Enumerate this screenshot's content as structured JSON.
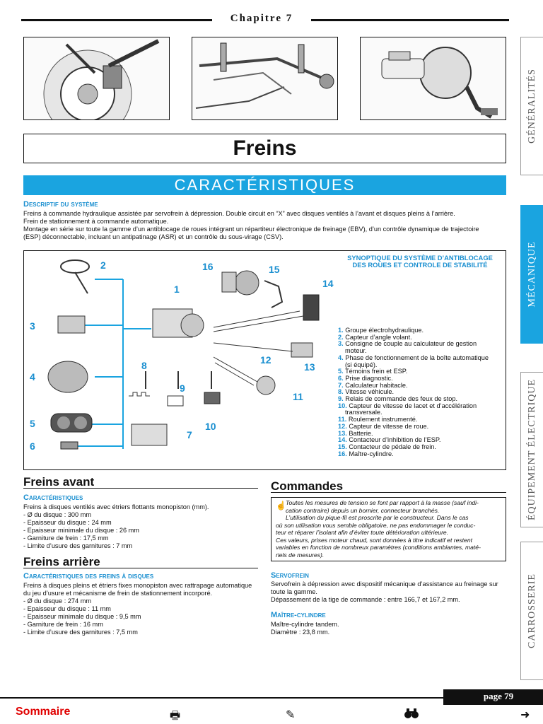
{
  "header": {
    "chapter": "Chapitre 7"
  },
  "title": "Freins",
  "band": "CARACTÉRISTIQUES",
  "descriptif": {
    "heading": "Descriptif du système",
    "lines": [
      "Freins à commande hydraulique assistée par servofrein à dépression. Double circuit en “X” avec disques ventilés à l’avant et disques pleins à l’arrière.",
      "Frein de stationnement à commande automatique.",
      "Montage en série sur toute la gamme d’un antiblocage de roues intégrant un répartiteur électronique de freinage (EBV), d’un contrôle dynamique de trajectoire",
      "(ESP) déconnectable, incluant un antipatinage (ASR) et un contrôle du sous-virage (CSV)."
    ]
  },
  "diagram": {
    "title_line1": "SYNOPTIQUE DU SYSTÈME D’ANTIBLOCAGE",
    "title_line2": "DES ROUES ET CONTROLE DE STABILITÉ",
    "labels": [
      "1",
      "2",
      "3",
      "4",
      "5",
      "6",
      "7",
      "8",
      "9",
      "10",
      "11",
      "12",
      "13",
      "14",
      "15",
      "16"
    ],
    "legend": [
      {
        "n": "1.",
        "t": "Groupe électrohydraulique."
      },
      {
        "n": "2.",
        "t": "Capteur d’angle volant."
      },
      {
        "n": "3.",
        "t": "Consigne de couple au calculateur de gestion"
      },
      {
        "n": "",
        "t": "moteur."
      },
      {
        "n": "4.",
        "t": "Phase de fonctionnement de la boîte automatique"
      },
      {
        "n": "",
        "t": "(si équipé)."
      },
      {
        "n": "5.",
        "t": "Témoins frein et ESP."
      },
      {
        "n": "6.",
        "t": "Prise diagnostic."
      },
      {
        "n": "7.",
        "t": "Calculateur habitacle."
      },
      {
        "n": "8.",
        "t": "Vitesse véhicule."
      },
      {
        "n": "9.",
        "t": "Relais de commande des feux de stop."
      },
      {
        "n": "10.",
        "t": "Capteur de vitesse de lacet et d’accélération"
      },
      {
        "n": "",
        "t": "transversale."
      },
      {
        "n": "11.",
        "t": "Roulement instrumenté."
      },
      {
        "n": "12.",
        "t": "Capteur de vitesse de roue."
      },
      {
        "n": "13.",
        "t": "Batterie."
      },
      {
        "n": "14.",
        "t": "Contacteur d’inhibition de l’ESP."
      },
      {
        "n": "15.",
        "t": "Contacteur de pédale de frein."
      },
      {
        "n": "16.",
        "t": "Maître-cylindre."
      }
    ]
  },
  "freins_avant": {
    "title": "Freins avant",
    "heading": "Caractéristiques",
    "lines": [
      "Freins à disques ventilés avec étriers flottants monopiston (mm).",
      "- Ø du disque : 300 mm",
      "- Epaisseur du disque : 24 mm",
      "- Epaisseur minimale du disque : 26 mm",
      "- Garniture de frein : 17,5 mm",
      "- Limite d’usure des garnitures : 7 mm"
    ]
  },
  "freins_arriere": {
    "title": "Freins arrière",
    "heading": "Caractéristiques des freins à disques",
    "lines": [
      "Freins à disques pleins et étriers fixes monopiston avec rattrapage automatique",
      "du jeu d’usure et mécanisme de frein de stationnement incorporé.",
      "- Ø du disque : 274 mm",
      "- Epaisseur du disque : 11 mm",
      "- Epaisseur minimale du disque : 9,5 mm",
      "- Garniture de frein : 16 mm",
      "- Limite d’usure des garnitures : 7,5 mm"
    ]
  },
  "commandes": {
    "title": "Commandes",
    "note": [
      "Toutes les mesures de tension se font par rapport à la masse (sauf indi-",
      "cation contraire) depuis un bornier, connecteur branchés.",
      "L’utilisation du pique-fil est proscrite par le constructeur. Dans le cas",
      "où son utilisation vous semble obligatoire, ne pas endommager le conduc-",
      "teur et réparer l’isolant afin d’éviter toute détérioration ultérieure.",
      "Ces valeurs, prises moteur chaud, sont données à titre indicatif et restent",
      "variables en fonction de nombreux paramètres (conditions ambiantes, maté-",
      "riels de mesures)."
    ],
    "servofrein": {
      "heading": "Servofrein",
      "lines": [
        "Servofrein à dépression avec dispositif mécanique d’assistance au freinage sur",
        "toute la gamme.",
        "Dépassement de la tige de commande : entre 166,7 et 167,2 mm."
      ]
    },
    "maitre": {
      "heading": "Maître-cylindre",
      "lines": [
        "Maître-cylindre tandem.",
        "Diamètre : 23,8 mm."
      ]
    }
  },
  "tabs": [
    "GÉNÉRALITÉS",
    "MÉCANIQUE",
    "ÉQUIPEMENT ÉLECTRIQUE",
    "CARROSSERIE"
  ],
  "footer": {
    "page": "page 79",
    "sommaire": "Sommaire",
    "arrow": "➜"
  },
  "colors": {
    "accent": "#1aa4e0",
    "sommaire": "#e00000"
  },
  "icons": [
    "printer-icon",
    "pencil-icon",
    "binoculars-icon",
    "arrow-right-icon"
  ]
}
